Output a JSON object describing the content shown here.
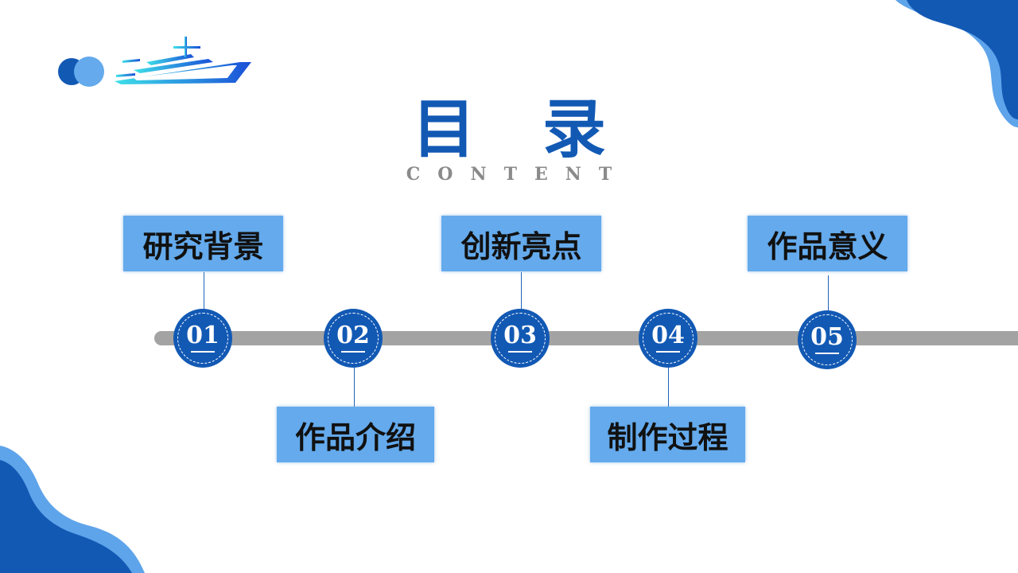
{
  "title": "目 录",
  "subtitle": "CONTENT",
  "colors": {
    "primary": "#1259b4",
    "light_blue": "#64aaec",
    "bar_gray": "#a3a3a3",
    "subtitle_gray": "#8a8a8a"
  },
  "items": [
    {
      "number": "01",
      "label": "研究背景"
    },
    {
      "number": "02",
      "label": "作品介绍"
    },
    {
      "number": "03",
      "label": "创新亮点"
    },
    {
      "number": "04",
      "label": "制作过程"
    },
    {
      "number": "05",
      "label": "作品意义"
    }
  ]
}
